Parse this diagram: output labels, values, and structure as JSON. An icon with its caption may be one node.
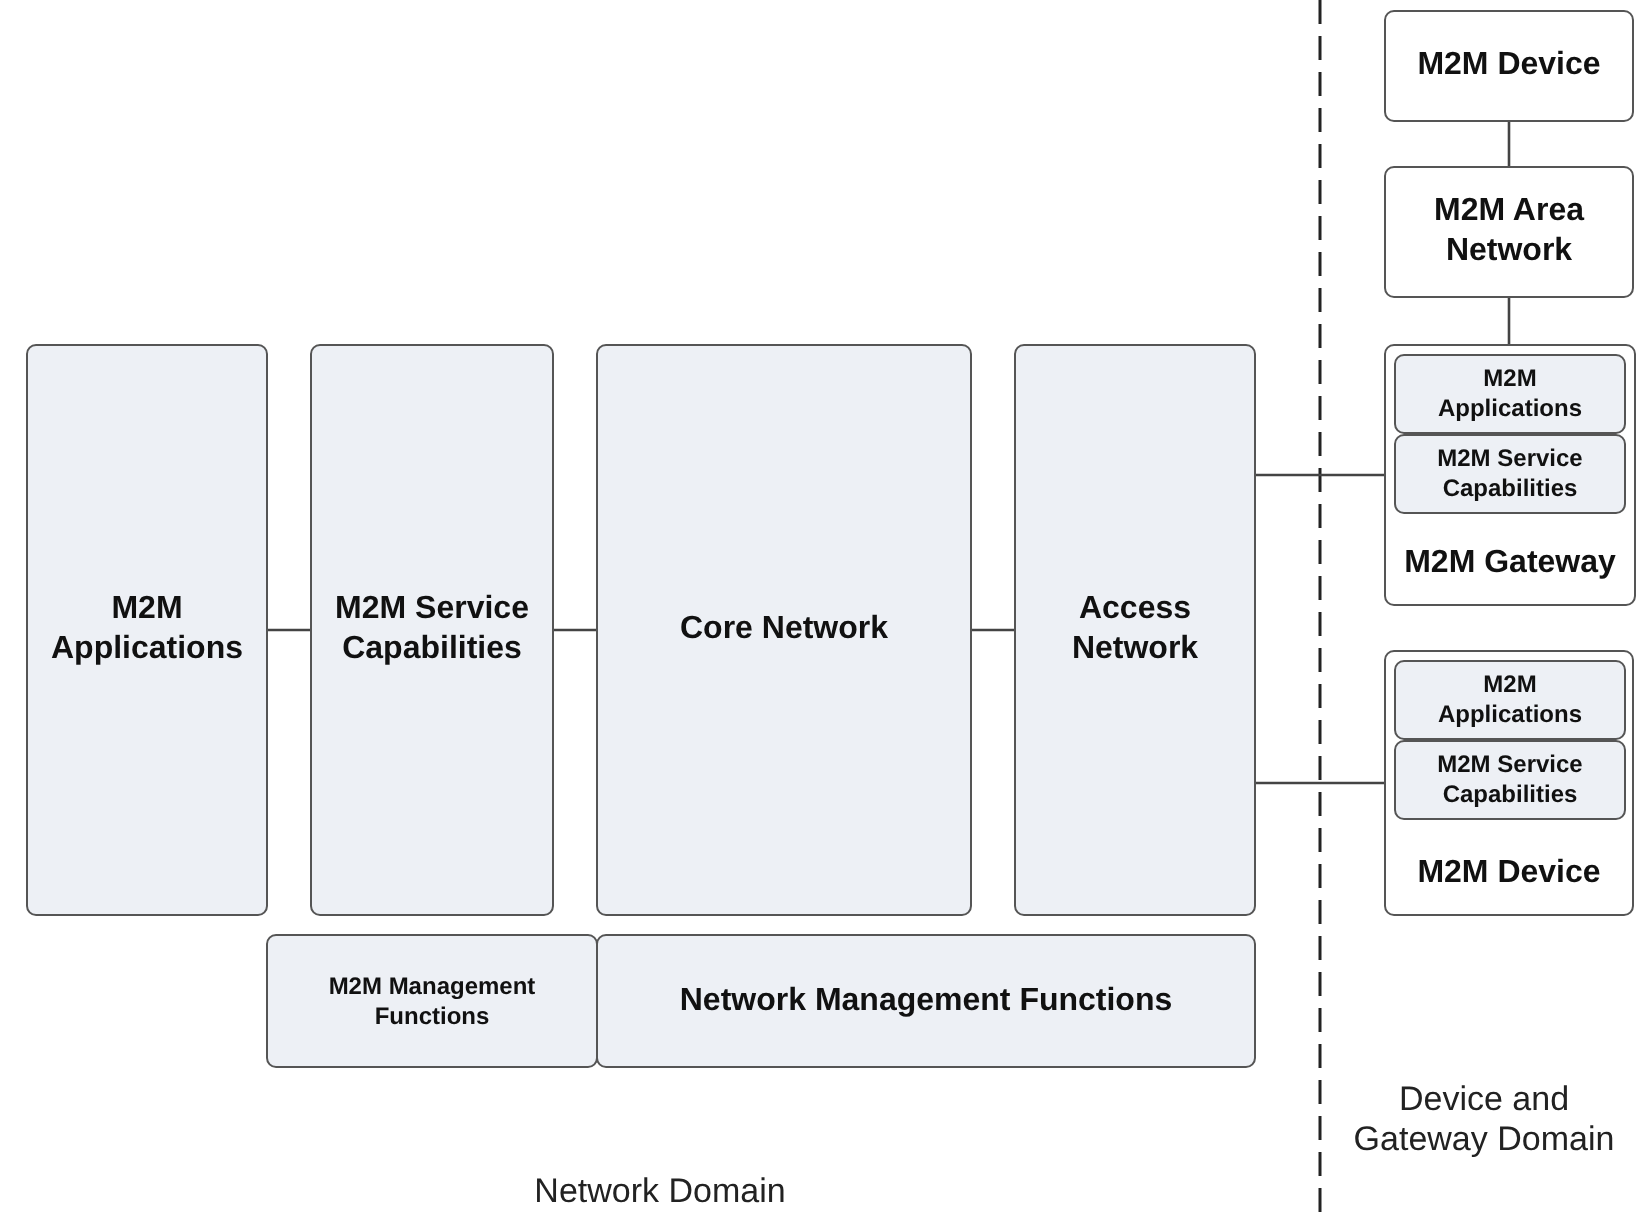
{
  "diagram": {
    "nodes": [
      {
        "text": [
          "M2M Applications"
        ]
      },
      {
        "text": [
          "M2M Service Capabilities"
        ]
      },
      {
        "text": [
          "Core Network"
        ]
      },
      {
        "text": [
          "Access Network"
        ]
      },
      {
        "text": [
          "M2M Management Functions"
        ]
      },
      {
        "text": [
          "Network Management Functions"
        ]
      },
      {
        "text": [
          "M2M Device"
        ]
      },
      {
        "text": [
          "M2M Area Network"
        ]
      },
      {
        "text": [
          "M2M Gateway"
        ]
      },
      {
        "text": [
          "M2M Applications"
        ],
        "in": 8
      },
      {
        "text": [
          "M2M Service Capabilities"
        ],
        "in": 8
      },
      {
        "text": [
          "M2M Device"
        ]
      },
      {
        "text": [
          "M2M Applications"
        ],
        "in": 11
      },
      {
        "text": [
          "M2M Service Capabilities"
        ],
        "in": 11
      }
    ],
    "edges": [
      {
        "from": 0,
        "to": 1,
        "arrow": "none"
      },
      {
        "from": 1,
        "to": 2,
        "arrow": "none"
      },
      {
        "from": 2,
        "to": 3,
        "arrow": "none"
      },
      {
        "from": 3,
        "to": 8,
        "arrow": "none"
      },
      {
        "from": 3,
        "to": 11,
        "arrow": "none"
      },
      {
        "from": 6,
        "to": 7,
        "arrow": "none"
      },
      {
        "from": 7,
        "to": 8,
        "arrow": "none"
      }
    ],
    "labels": [
      "Network Domain",
      "Device and Gateway Domain"
    ]
  }
}
